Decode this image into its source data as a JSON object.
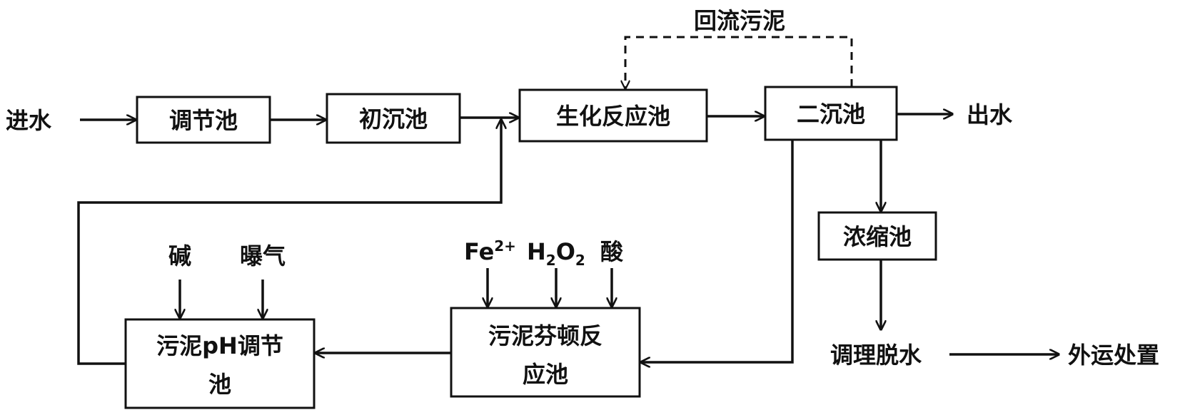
{
  "inputs": {
    "inlet": "进水",
    "outlet": "出水",
    "return_sludge": "回流污泥",
    "base": "碱",
    "aeration": "曝气",
    "fe_base": "Fe",
    "fe_sup": "2+",
    "h2o2_h": "H",
    "h2o2_sub1": "2",
    "h2o2_o": "O",
    "h2o2_sub2": "2",
    "acid": "酸"
  },
  "units": {
    "regulating_tank": "调节池",
    "primary_clarifier": "初沉池",
    "bioreactor": "生化反应池",
    "secondary_clarifier": "二沉池",
    "thickener": "浓缩池",
    "conditioning_dewatering": "调理脱水",
    "disposal": "外运处置",
    "fenton_line1": "污泥芬顿反",
    "fenton_line2": "应池",
    "ph_line1": "污泥pH调节",
    "ph_line2": "池"
  },
  "colors": {
    "line": "#111111",
    "background": "#ffffff"
  }
}
